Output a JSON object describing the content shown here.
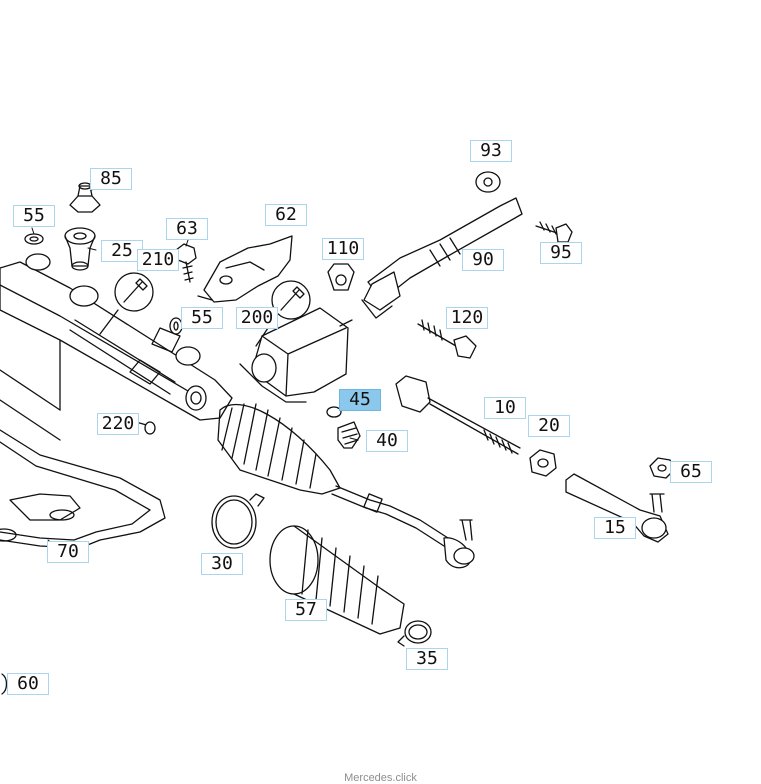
{
  "callouts": {
    "c85": "85",
    "c55a": "55",
    "c63": "63",
    "c62": "62",
    "c110": "110",
    "c93": "93",
    "c25": "25",
    "c210": "210",
    "c90": "90",
    "c95": "95",
    "c55b": "55",
    "c200": "200",
    "c120": "120",
    "c45": "45",
    "c10": "10",
    "c20": "20",
    "c220": "220",
    "c40": "40",
    "c65": "65",
    "c15": "15",
    "c70": "70",
    "c30": "30",
    "c57": "57",
    "c35": "35",
    "c60": "60"
  },
  "highlighted_callout": "45",
  "watermark": "Mercedes.click",
  "colors": {
    "callout_border": "#a9d6ee",
    "callout_active": "#8cc7ec",
    "line": "#111111"
  }
}
